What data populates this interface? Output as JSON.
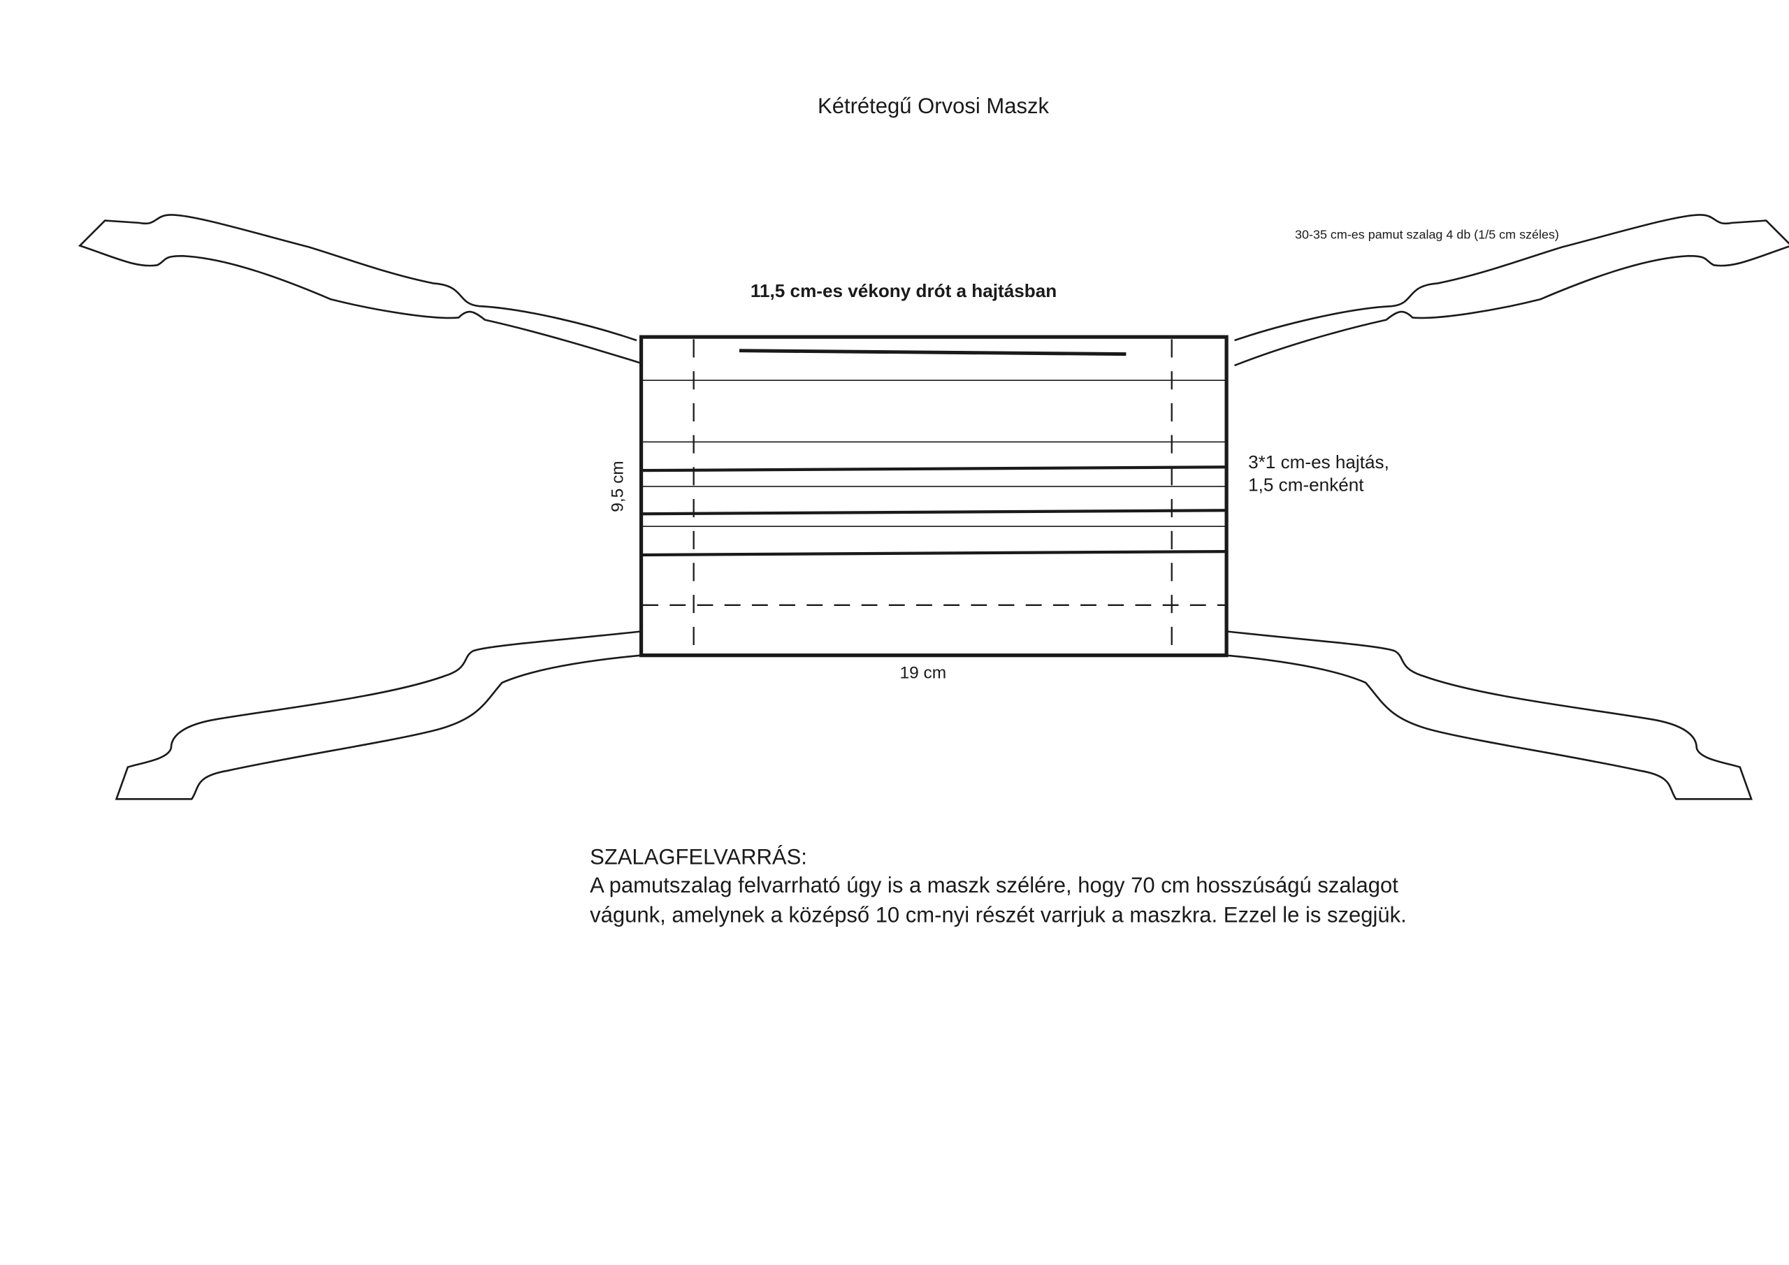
{
  "title": "Kétrétegű Orvosi Maszk",
  "ribbon_note": "30-35 cm-es pamut szalag 4 db (1/5 cm széles)",
  "wire_note": "11,5 cm-es vékony drót a hajtásban",
  "height_label": "9,5 cm",
  "width_label": "19 cm",
  "pleat_note": [
    "3*1 cm-es hajtás,",
    "1,5 cm-enként"
  ],
  "instructions": {
    "heading": "SZALAGFELVARRÁS:",
    "lines": [
      "A pamutszalag felvarrható úgy is a maszk szélére, hogy 70 cm hosszúságú szalagot",
      "vágunk, amelynek a középső 10 cm-nyi részét varrjuk a maszkra. Ezzel le is szegjük."
    ]
  }
}
